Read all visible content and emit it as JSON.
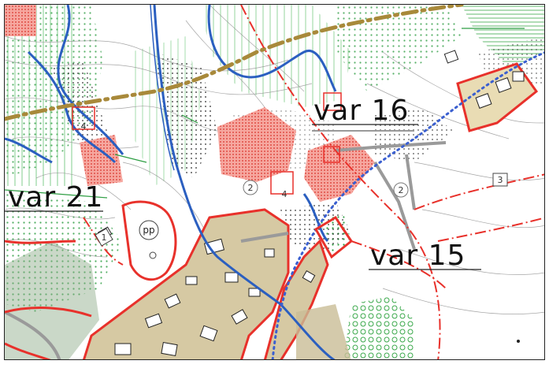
{
  "map": {
    "labels": {
      "var16": "var 16",
      "var21": "var 21",
      "var15": "var 15",
      "pp": "pp",
      "num_2a": "2",
      "num_2b": "2",
      "num_4a": "4",
      "num_4b": "4",
      "num_1": "1",
      "num_3": "3"
    },
    "colors": {
      "boundary_red": "#e8312b",
      "river_blue": "#2b5fc0",
      "dotted_blue": "#3a5fd0",
      "brown_path": "#a8893a",
      "built_area": "#d6c9a3",
      "forest_green": "#2e9e43",
      "gray_road": "#9a9a9a",
      "hatch_red": "#f08a80"
    }
  }
}
